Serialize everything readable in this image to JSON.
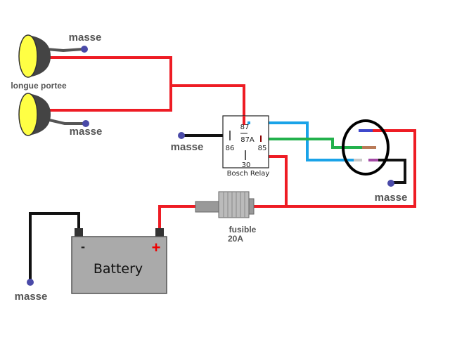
{
  "labels": {
    "masse_lamp_top": "masse",
    "masse_lamp_bottom": "masse",
    "lamps": "longue portee",
    "masse_relay": "masse",
    "masse_switch": "masse",
    "masse_battery": "masse",
    "fuse_name": "fusible",
    "fuse_rating": "20A",
    "battery": "Battery",
    "battery_minus": "-",
    "battery_plus": "+"
  },
  "relay": {
    "name": "Bosch Relay",
    "pins": {
      "p87": "87",
      "p87a": "87A",
      "p86": "86",
      "p85": "85",
      "p30": "30"
    }
  },
  "colors": {
    "power": "#ee1c24",
    "ground": "#111111",
    "blue": "#1aa3e8",
    "green": "#22b14c",
    "brown": "#b97a57",
    "purple": "#a349a4",
    "lamp": "#ffff44",
    "battery": "#aaaaaa",
    "ground_point": "#4a4aa8"
  }
}
